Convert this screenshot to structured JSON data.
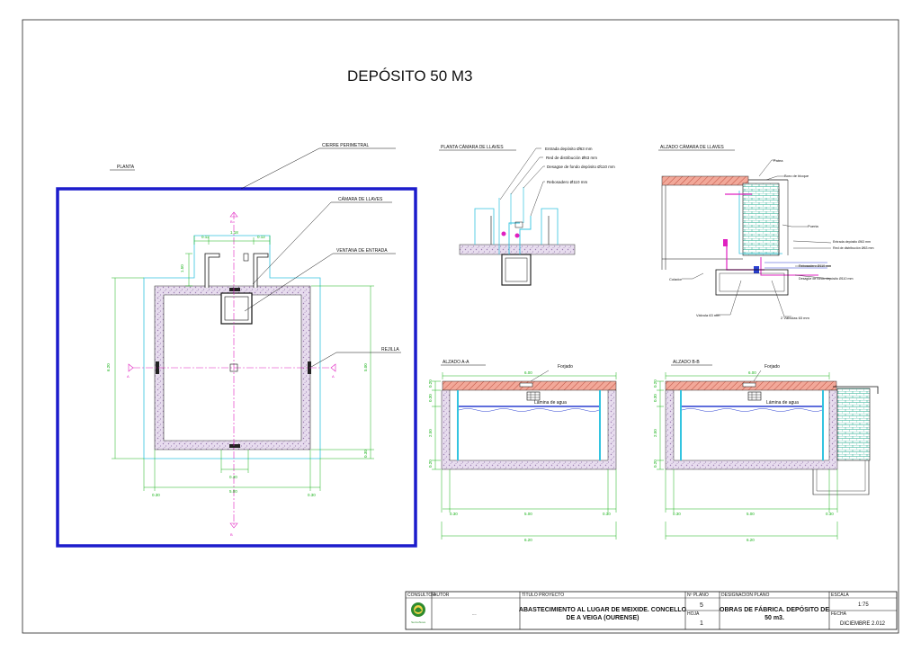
{
  "title": "DEPÓSITO 50 M3",
  "planta": {
    "label": "PLANTA",
    "cierre": "CIERRE PERIMETRAL",
    "camara": "CÁMARA DE LLAVES",
    "ventana": "VENTANA DE ENTRADA",
    "rejilla": "REJILLA",
    "section_a": "A",
    "section_b": "B",
    "dims": {
      "top1": "0.12",
      "top2": "1.18",
      "top3": "0.12",
      "left_small": "1.50",
      "left_total": "6.20",
      "right_inner": "5.00",
      "right_bot": "0.30",
      "inner_bot": "0.30",
      "bot_total": "5.00",
      "bot_left": "0.30",
      "bot_right": "0.30"
    }
  },
  "planta_camara": {
    "label": "PLANTA CÁMARA DE LLAVES",
    "notes": [
      "Entrada depósito Ø63 mm",
      "Red de distribución Ø63 mm",
      "Desagüe de fondo depósito Ø110 mm",
      "Rebosadero Ø110 mm"
    ]
  },
  "alzado_camara": {
    "label": "ALZADO CÁMARA DE LLAVES",
    "notes": [
      "Patea",
      "Boro de bloque",
      "Puerta",
      "Entrada depósito Ø63 mm",
      "Red de distribución Ø63 mm",
      "Rebosadero Ø110 mm",
      "Desagüe de fondo depósito Ø110 mm",
      "Colador",
      "Válvula 63 mm",
      "2 Válvulas 63 mm"
    ]
  },
  "alzado_a": {
    "label": "ALZADO A-A",
    "forjado": "Forjado",
    "lamina": "Lámina de agua",
    "dims": {
      "top": "6.00",
      "h1": "0.20",
      "h2": "0.30",
      "h3": "2.50",
      "h4": "0.20",
      "b1": "0.30",
      "b2": "5.00",
      "b3": "0.30",
      "total": "6.20"
    }
  },
  "alzado_b": {
    "label": "ALZADO B-B",
    "forjado": "Forjado",
    "lamina": "Lámina de agua",
    "dims": {
      "top": "6.00",
      "h1": "0.20",
      "h2": "0.30",
      "h3": "2.50",
      "h4": "0.20",
      "b1": "0.30",
      "b2": "5.00",
      "b3": "0.30",
      "total": "6.20"
    }
  },
  "title_block": {
    "consultor_h": "CONSULTOR",
    "autor_h": "AUTOR",
    "autor_v": "----",
    "proyecto_h": "TÍTULO PROYECTO",
    "proyecto_l1": "ABASTECIMIENTO AL LUGAR DE MEIXIDE. CONCELLO",
    "proyecto_l2": "DE A VEIGA (OURENSE)",
    "nplano_h": "Nº PLANO",
    "nplano_v": "5",
    "hoja_h": "HOJA",
    "hoja_v": "1",
    "design_h": "DESIGNACION PLANO",
    "design_l1": "OBRAS DE FÁBRICA. DEPÓSITO DE",
    "design_l2": "50 m3.",
    "escala_h": "ESCALA",
    "escala_v": "1:75",
    "fecha_h": "FECHA",
    "fecha_v": "DICIEMBRE 2.012",
    "logo_text": "SermoNova"
  },
  "colors": {
    "border_blue": "#1c1ccc",
    "dim_green": "#19b219",
    "cyan": "#33c4e0",
    "magenta": "#e020c0",
    "concrete": "#d6c8de",
    "slab_red": "#e8857a",
    "water_blue": "#2a3fd1"
  }
}
